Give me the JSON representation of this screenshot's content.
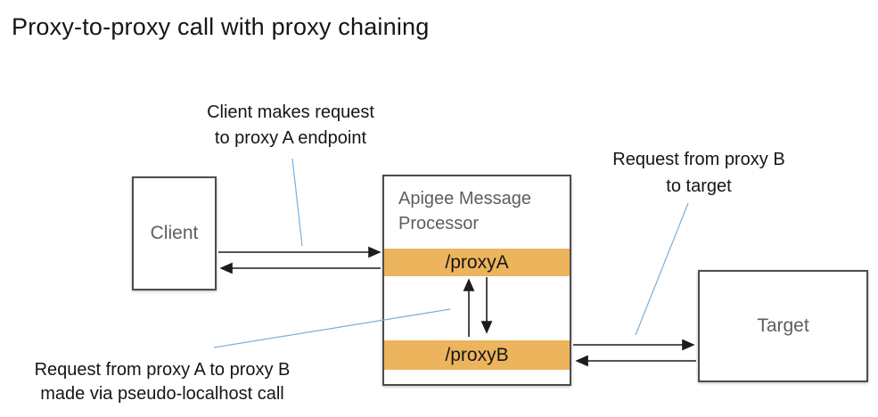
{
  "title": "Proxy-to-proxy call with proxy chaining",
  "colors": {
    "orange": "#ecb45c",
    "border": "#4d4d4d",
    "label": "#5e5e5e",
    "arrow": "#1c1c1c",
    "leader": "#79aede",
    "ink": "#151515"
  },
  "boxes": {
    "client": {
      "label": "Client"
    },
    "processor": {
      "title": "Apigee Message Processor",
      "proxy_a": "/proxyA",
      "proxy_b": "/proxyB"
    },
    "target": {
      "label": "Target"
    }
  },
  "annotations": {
    "client_request": {
      "line1": "Client makes request",
      "line2": "to proxy A endpoint"
    },
    "proxy_b_to_target": {
      "line1": "Request from proxy B",
      "line2": "to target"
    },
    "proxy_a_to_proxy_b": {
      "line1": "Request from proxy A to proxy B",
      "line2": "made via pseudo-localhost call"
    }
  }
}
